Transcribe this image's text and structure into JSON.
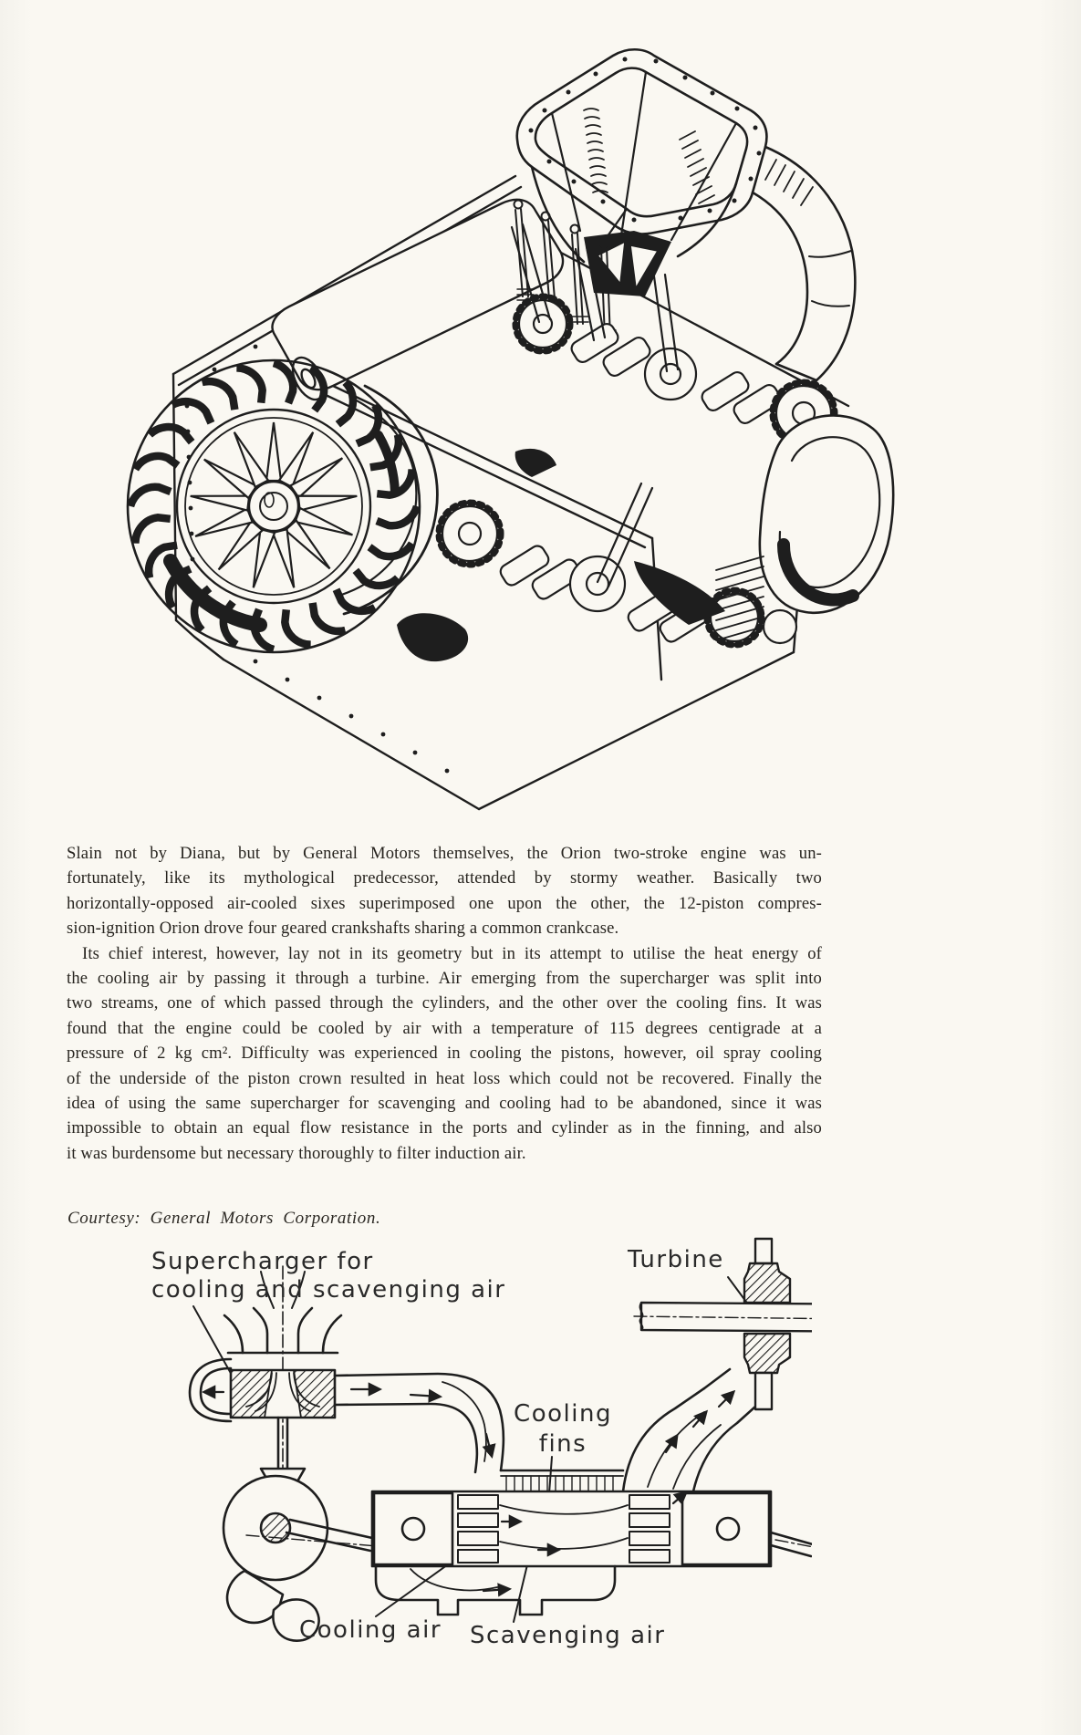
{
  "article": {
    "paragraph1_lines": [
      "Slain not by Diana, but by General Motors themselves, the Orion two-stroke engine was un-",
      "fortunately, like its mythological predecessor, attended by stormy weather. Basically two",
      "horizontally-opposed air-cooled sixes superimposed one upon the other, the 12-piston compres-",
      "sion-ignition Orion drove four geared crankshafts sharing a common crankcase."
    ],
    "paragraph2_lines": [
      "Its chief interest, however, lay not in its geometry but in its attempt to utilise the heat energy of",
      "the cooling air by passing it through a turbine. Air emerging from the supercharger was split into",
      "two streams, one of which passed through the cylinders, and the other over the cooling fins. It was",
      "found that the engine could be cooled by air with a temperature of 115 degrees centigrade at a",
      "pressure of 2 kg cm². Difficulty was experienced in cooling the pistons, however, oil spray cooling",
      "of the underside of the piston crown resulted in heat loss which could not be recovered. Finally the",
      "idea of using the same supercharger for scavenging and cooling had to be abandoned, since it was",
      "impossible to obtain an equal flow resistance in the ports and cylinder as in the finning, and also",
      "it was burdensome but necessary thoroughly to filter induction air."
    ],
    "courtesy": "Courtesy: General Motors Corporation."
  },
  "schematic_labels": {
    "supercharger_line1": "Supercharger for",
    "supercharger_line2": "cooling and scavenging air",
    "turbine": "Turbine",
    "cooling_fins_line1": "Cooling",
    "cooling_fins_line2": "fins",
    "cooling_air": "Cooling air",
    "scavenging_air": "Scavenging air"
  },
  "colors": {
    "ink": "#1e1e1e",
    "paper": "#faf8f2"
  }
}
